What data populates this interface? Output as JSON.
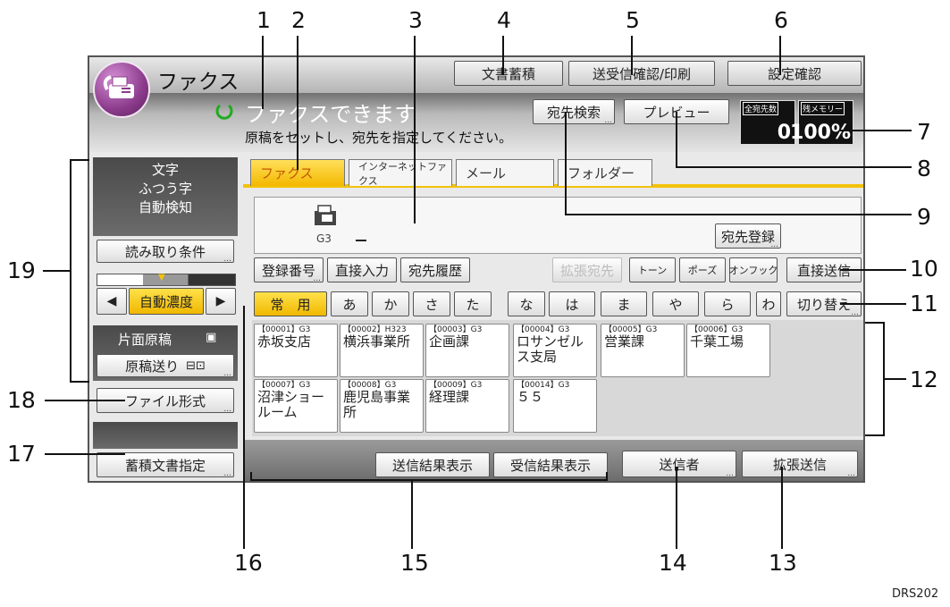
{
  "callouts": [
    "1",
    "2",
    "3",
    "4",
    "5",
    "6",
    "7",
    "8",
    "9",
    "10",
    "11",
    "12",
    "13",
    "14",
    "15",
    "16",
    "17",
    "18",
    "19"
  ],
  "header": {
    "title": "ファクス",
    "store_doc": "文書蓄積",
    "tx_rx_check": "送受信確認/印刷",
    "settings_check": "設定確認"
  },
  "status": {
    "main": "ファクスできます",
    "sub": "原稿をセットし、宛先を指定してください。",
    "dest_search": "宛先検索",
    "preview": "プレビュー",
    "all_dest_label": "全宛先数",
    "all_dest_value": "0",
    "memory_label": "残メモリー",
    "memory_value": "100%"
  },
  "left": {
    "scan_info": [
      "文字",
      "ふつう字",
      "自動検知"
    ],
    "scan_settings": "読み取り条件",
    "density": "自動濃度",
    "single_sided": "片面原稿",
    "feed": "原稿送り",
    "file_type": "ファイル形式",
    "stored_doc": "蓄積文書指定"
  },
  "tabs": [
    "ファクス",
    "インターネットファクス",
    "メール",
    "フォルダー"
  ],
  "dest_area": {
    "line": "G3",
    "register": "宛先登録"
  },
  "entry_buttons": [
    "登録番号",
    "直接入力",
    "宛先履歴",
    "拡張宛先",
    "トーン",
    "ポーズ",
    "オンフック",
    "直接送信"
  ],
  "index_keys": [
    "常　用",
    "あ",
    "か",
    "さ",
    "た",
    "な",
    "は",
    "ま",
    "や",
    "ら",
    "わ"
  ],
  "switch_button": "切り替え",
  "destinations": [
    {
      "code": "【00001】G3",
      "name": "赤坂支店"
    },
    {
      "code": "【00002】H323",
      "name": "横浜事業所"
    },
    {
      "code": "【00003】G3",
      "name": "企画課"
    },
    {
      "code": "【00004】G3",
      "name": "ロサンゼルス支局"
    },
    {
      "code": "【00005】G3",
      "name": "営業課"
    },
    {
      "code": "【00006】G3",
      "name": "千葉工場"
    },
    {
      "code": "【00007】G3",
      "name": "沼津ショールーム"
    },
    {
      "code": "【00008】G3",
      "name": "鹿児島事業所"
    },
    {
      "code": "【00009】G3",
      "name": "経理課"
    },
    {
      "code": "【00014】G3",
      "name": "５５"
    }
  ],
  "bottom": {
    "tx_result": "送信結果表示",
    "rx_result": "受信結果表示",
    "sender": "送信者",
    "advanced_tx": "拡張送信"
  },
  "figure_id": "DRS202",
  "colors": {
    "accent_yellow": "#f3c20a",
    "tab_orange": "#e07a00",
    "icon_purple": "#8c3b8c"
  }
}
